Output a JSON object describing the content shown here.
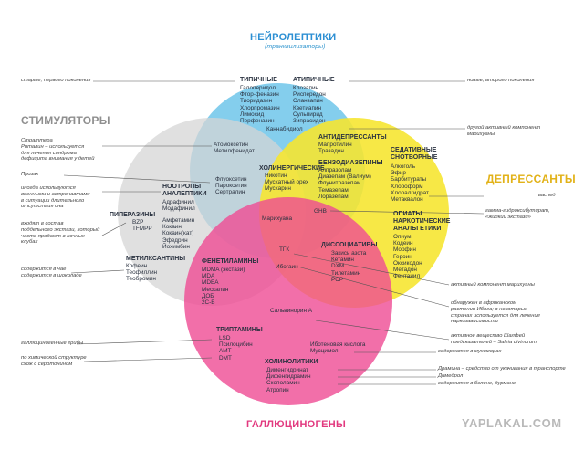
{
  "colors": {
    "blue": "#6fc6ea",
    "gray": "#d6d6d6",
    "yellow": "#f6e532",
    "pink": "#ef4b93",
    "neuro_title": "#2c8fd3",
    "stim_title": "#8f8f8f",
    "dep_title": "#e2b218",
    "hall_title": "#e2397f"
  },
  "titles": {
    "neuroleptics": "НЕЙРОЛЕПТИКИ",
    "neuroleptics_sub": "(транквилизаторы)",
    "stimulants": "СТИМУЛЯТОРЫ",
    "depressants": "ДЕПРЕССАНТЫ",
    "hallucinogens": "ГАЛЛЮЦИНОГЕНЫ"
  },
  "groups": {
    "typical": {
      "title": "ТИПИЧНЫЕ",
      "items": "Галоперидол\nФтор-феназин\nТиоридазин\nХлорпромазин\nЛимосид\nПерфеназин"
    },
    "atypical": {
      "title": "АТИПИЧНЫЕ",
      "items": "Клозапин\nРиспередон\nОланзапин\nКветиапин\nСульпирид\nЗипрасидон"
    },
    "cannabidiol": "Каннабидиол",
    "neuro_stim": "Атомоксетин\nМетилфенидат",
    "antidepressants": {
      "title": "АНТИДЕПРЕССАНТЫ",
      "items": "Мапротилин\nТразадон"
    },
    "sedatives": {
      "title": "СЕДАТИВНЫЕ\nСНОТВОРНЫЕ",
      "items": "Алкоголь\nЭфир\nБарбитураты\nХлороформ\nХлоралгидрат\nМетаквалон"
    },
    "benzodiazepines": {
      "title": "БЕНЗОДИАЗЕПИНЫ",
      "items": "Алпразолам\nДиазепам (Валиум)\nФлунитразепам\nТемазепам\nЛоразепам"
    },
    "cholinergic": {
      "title": "ХОЛИНЕРГИЧЕСКИЕ",
      "items": "Никотин\nМускатный орех\nМускарин"
    },
    "stim_dep": "Флуоксетин\nПароксетин\nСертралин",
    "nootropics": {
      "title": "НООТРОПЫ\nАНАЛЕПТИКИ",
      "items": "Адрафинил\nМодафинил"
    },
    "piperazines": {
      "title": "ПИПЕРАЗИНЫ",
      "items": "BZP\nTFMPP"
    },
    "amphetamines": "Амфетамин\nКокаин\nКокаин(кат)\nЭфедрин\nЙохимбин",
    "methylxanthines": {
      "title": "МЕТИЛКСАНТИНЫ",
      "items": "Кофеин\nТеофиллин\nТеобромин"
    },
    "marijuana": "Марихуана",
    "ghb": "GHB",
    "thc": "ТГК",
    "ibogaine": "Ибогаин",
    "opiates": {
      "title": "ОПИАТЫ\nНАРКОТИЧЕСКИЕ\nАНАЛЬГЕТИКИ",
      "items": "Опиум\nКодеин\nМорфин\nГероин\nОксикодон\nМетадон\nФентанил"
    },
    "dissociatives": {
      "title": "ДИССОЦИАТИВЫ",
      "items": "Закись азота\nКетамин\nDXM\nТилетамин\nPCP"
    },
    "phenethylamines": {
      "title": "ФЕНЕТИЛАМИНЫ",
      "items": "MDMA (экстази)\nMDA\nMDEA\nМескалин\nДОБ\n2C-B"
    },
    "salvinorin": "Сальвинорин А",
    "tryptamines": {
      "title": "ТРИПТАМИНЫ",
      "items": "LSD\nПсилоцибин\nAMT\nDMT"
    },
    "muscimol": "Иботеновая кислота\nМусцимол",
    "anticholinergics": {
      "title": "ХОЛИНОЛИТИКИ",
      "items": "Дименгидринат\nДифенгидрамин\nСкополамин\nАтропин"
    }
  },
  "notes": {
    "old_gen": "старые, первого поколения",
    "new_gen": "новые, второго поколения",
    "strattera": "Страттера\nРиталин – используется\nдля лечения синдрома\nдефицита внимания у детей",
    "prozac": "Прозак",
    "military": "иногда используются\nвоенными и астронавтами\nв ситуации длительного\nотсутствия сна",
    "ecstasy": "входят в состав\nподдельного экстази, который\nчасто продают в ночных\nклубах",
    "tea": "содержится в чае\nсодержится в шоколаде",
    "marijuana_component": "другой активный компонент\nмарихуаны",
    "vasped": "васпед",
    "ghb_note": "гамма-гидроксибутират,\n«жидкий экстази»",
    "thc_note": "активный компонент марихуаны",
    "iboga": "обнаружен в африканском\nрастении Ибога; в некоторых\nстранах используется для лечения\nнаркозависимости",
    "salvia": "активное вещество Шалфей\nпредсказателей – Salvia divinorum",
    "mushroom": "содержатся в мухоморах",
    "hallu_mushroom": "галлюциногенные грибы",
    "serotonin": "по химической структуре\nсхож с серотонином",
    "dramina": "Драмина – средство от укачивания в транспорте",
    "dimedrol": "Димедрол",
    "belladonna": "содержится в белене, дурмане"
  },
  "watermark": "YAPLAKAL.COM"
}
